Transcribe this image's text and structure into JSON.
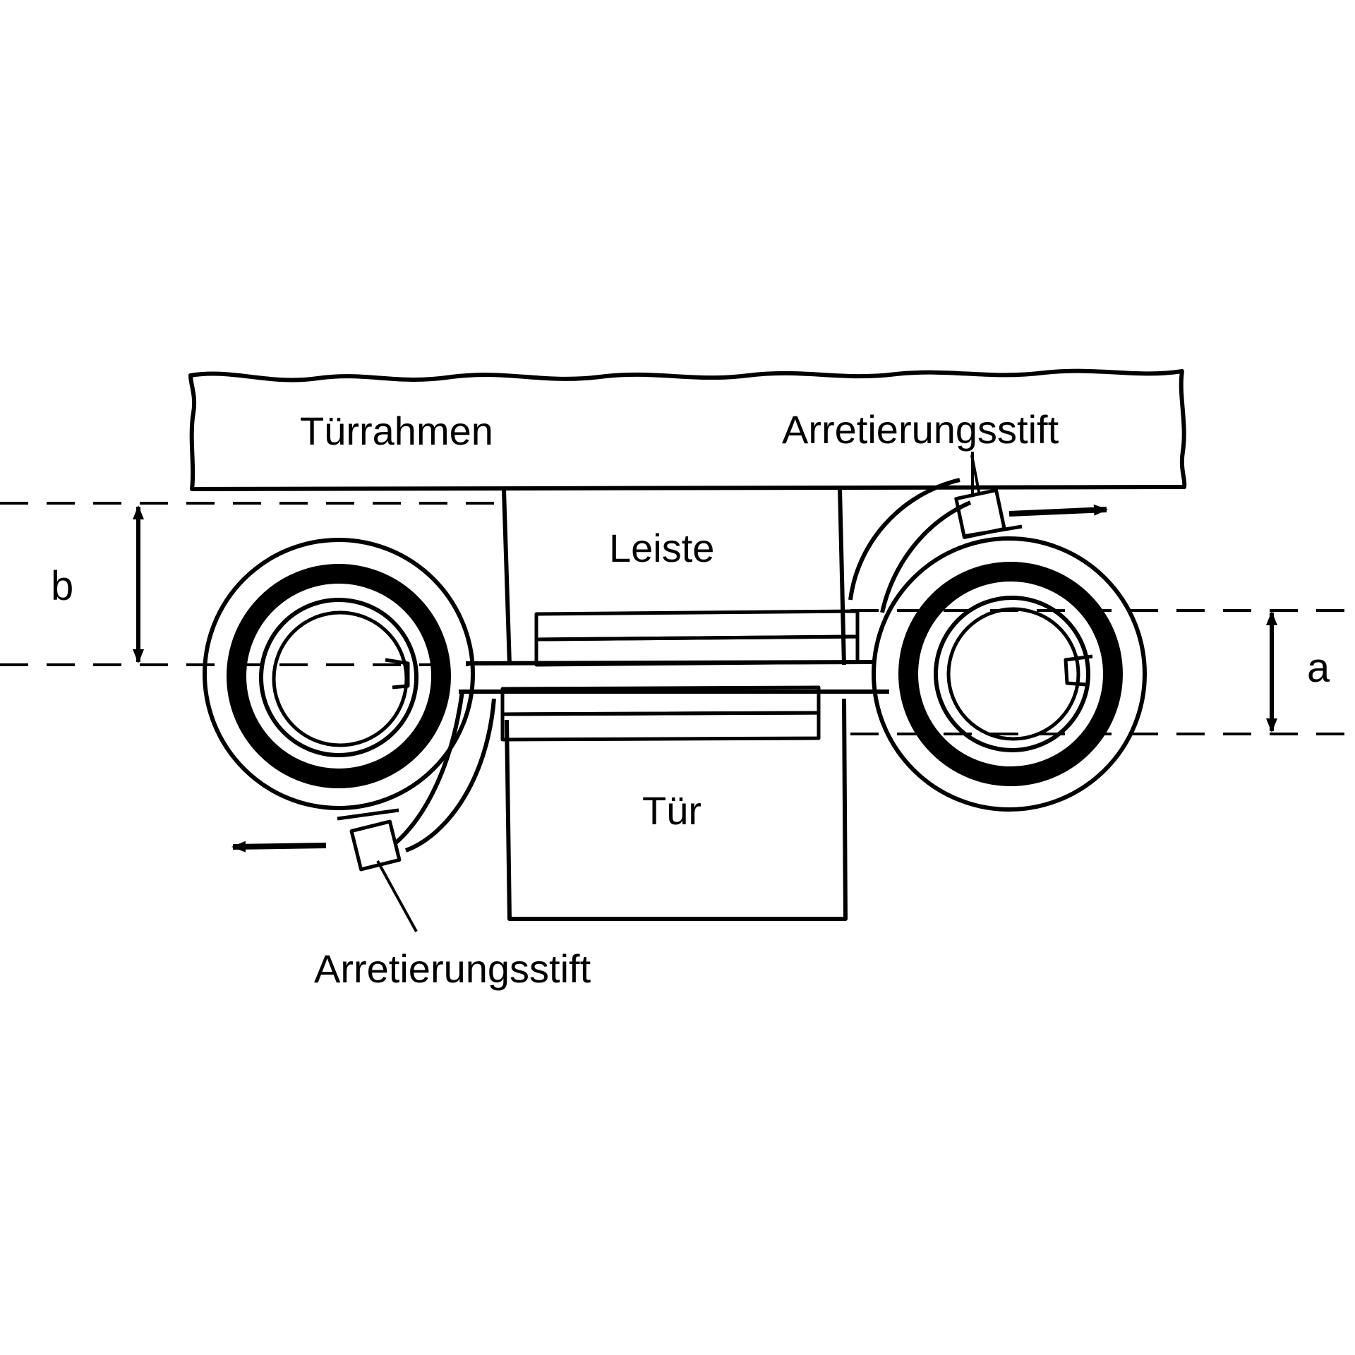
{
  "labels": {
    "frame": "Türrahmen",
    "strip": "Leiste",
    "door": "Tür",
    "pin_top": "Arretierungsstift",
    "pin_bottom": "Arretierungsstift",
    "dim_b": "b",
    "dim_a": "a"
  },
  "colors": {
    "ink": "#000000",
    "paper": "#ffffff"
  }
}
